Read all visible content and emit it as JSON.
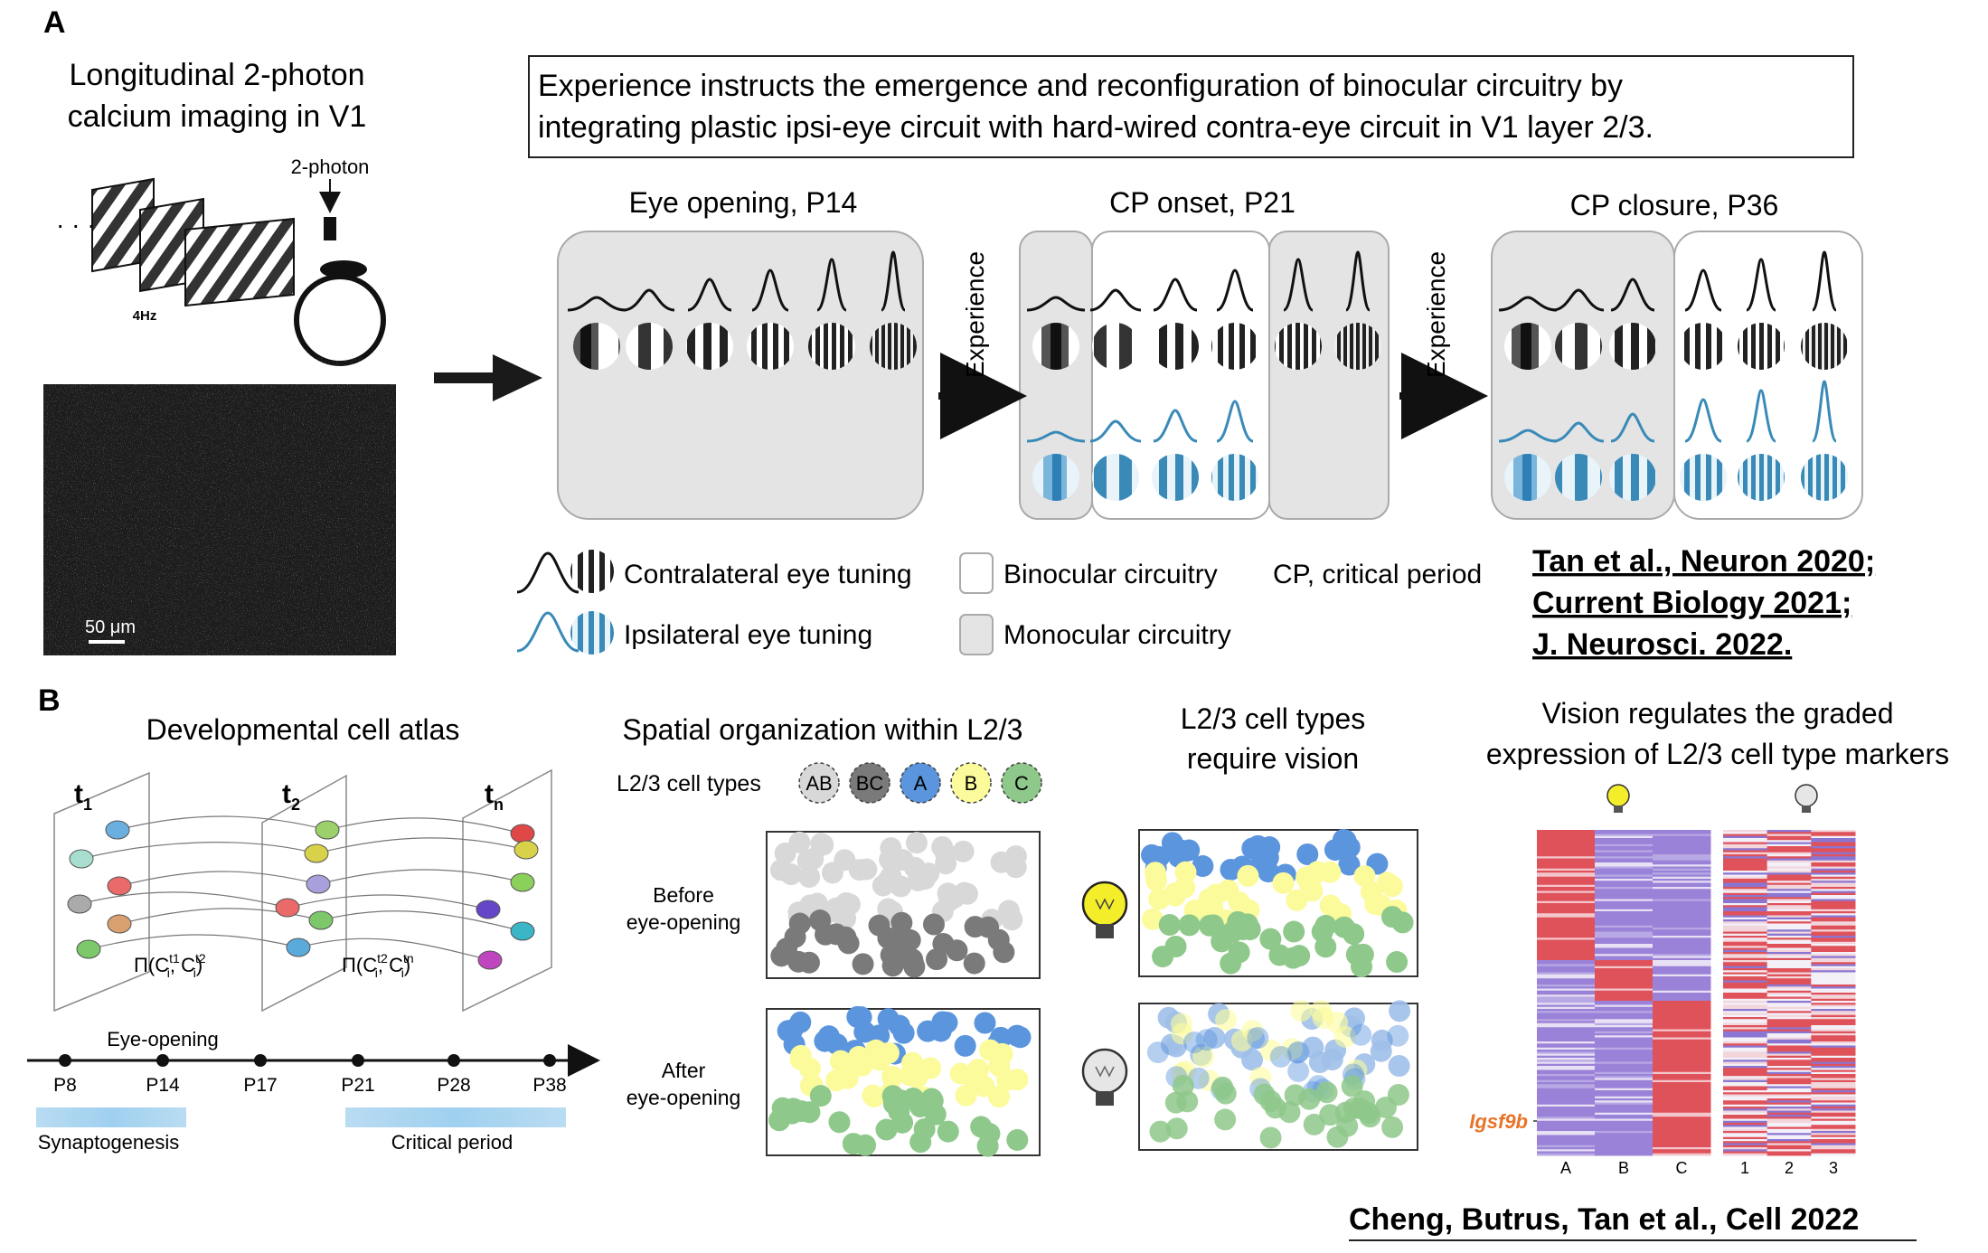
{
  "panel_a": {
    "letter": "A",
    "imaging_title_line1": "Longitudinal 2-photon",
    "imaging_title_line2": "calcium imaging in V1",
    "ellipsis": "· · ·",
    "stim_freq": "4Hz",
    "laser_label": "2-photon",
    "scale_bar": "50 μm",
    "summary_line1": "Experience instructs the emergence and reconfiguration of binocular circuitry by",
    "summary_line2": "integrating plastic ipsi-eye circuit with hard-wired contra-eye circuit in V1 layer 2/3.",
    "stage1_title": "Eye opening, P14",
    "stage2_title": "CP onset, P21",
    "stage3_title": "CP closure, P36",
    "experience_label": "Experience",
    "legend": {
      "contra": "Contralateral eye tuning",
      "ipsi": "Ipsilateral eye tuning",
      "binocular": "Binocular circuitry",
      "monocular": "Monocular circuitry",
      "cp": "CP, critical period"
    },
    "citation_lines": [
      "Tan et al., Neuron 2020;",
      "Current Biology 2021;",
      "J. Neurosci. 2022."
    ],
    "colors": {
      "contra": "#111111",
      "ipsi": "#3a8ab8",
      "monocular_fill": "#e4e4e4",
      "box_stroke": "#aaaaaa"
    }
  },
  "panel_b": {
    "letter": "B",
    "atlas_title": "Developmental cell atlas",
    "t1": "t",
    "t1_sub": "1",
    "t2": "t",
    "t2_sub": "2",
    "tn": "t",
    "tn_sub": "n",
    "pi_expr1": "Π(C",
    "pi_expr2": "Π(C",
    "eye_opening": "Eye-opening",
    "timeline_ticks": [
      "P8",
      "P14",
      "P17",
      "P21",
      "P28",
      "P38"
    ],
    "synaptogenesis": "Synaptogenesis",
    "critical_period": "Critical period",
    "spatial_title": "Spatial organization within L2/3",
    "celltypes_label": "L2/3 cell types",
    "celltypes": [
      "AB",
      "BC",
      "A",
      "B",
      "C"
    ],
    "before_line1": "Before",
    "before_line2": "eye-opening",
    "after_line1": "After",
    "after_line2": "eye-opening",
    "vision_title_line1": "L2/3 cell types",
    "vision_title_line2": "require vision",
    "graded_line1": "Vision regulates the graded",
    "graded_line2": "expression of L2/3 cell type markers",
    "gene_label": "Igsf9b",
    "heatmap1_cols": [
      "A",
      "B",
      "C"
    ],
    "heatmap2_cols": [
      "1",
      "2",
      "3"
    ],
    "citation": "Cheng, Butrus, Tan et al., Cell 2022",
    "colors": {
      "AB": "#d8d8d8",
      "BC": "#7a7a7a",
      "A": "#5b95dd",
      "B": "#fbfb9c",
      "C": "#8ec88a",
      "gene": "#e8742a",
      "bulb_on": "#f4ee2a"
    }
  }
}
